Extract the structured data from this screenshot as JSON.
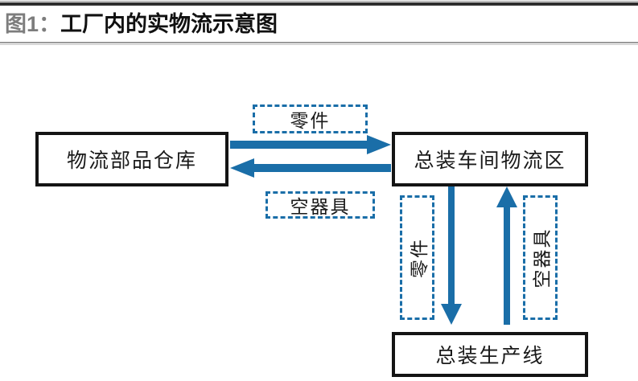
{
  "header": {
    "figure_number": "图1：",
    "title": "工厂内的实物流示意图"
  },
  "diagram": {
    "type": "flow-diagram",
    "accent_color": "#1a6ea8",
    "box_border_color": "#141414",
    "nodes": [
      {
        "id": "warehouse",
        "label": "物流部品仓库",
        "style": "solid"
      },
      {
        "id": "assembly_logistics",
        "label": "总装车间物流区",
        "style": "solid"
      },
      {
        "id": "assembly_line",
        "label": "总装生产线",
        "style": "solid"
      }
    ],
    "flow_labels": [
      {
        "id": "parts_top",
        "label": "零件",
        "orientation": "horizontal"
      },
      {
        "id": "empty_containers",
        "label": "空器具",
        "orientation": "horizontal"
      },
      {
        "id": "parts_vertical",
        "label": "零件",
        "orientation": "vertical"
      },
      {
        "id": "empty_vertical",
        "label": "空器具",
        "orientation": "vertical"
      }
    ],
    "arrows": [
      {
        "id": "parts_right",
        "from": "warehouse",
        "to": "assembly_logistics",
        "direction": "right",
        "label": "零件"
      },
      {
        "id": "empty_left",
        "from": "assembly_logistics",
        "to": "warehouse",
        "direction": "left",
        "label": "空器具"
      },
      {
        "id": "parts_down",
        "from": "assembly_logistics",
        "to": "assembly_line",
        "direction": "down",
        "label": "零件"
      },
      {
        "id": "empty_up",
        "from": "assembly_line",
        "to": "assembly_logistics",
        "direction": "up",
        "label": "空器具"
      }
    ]
  }
}
